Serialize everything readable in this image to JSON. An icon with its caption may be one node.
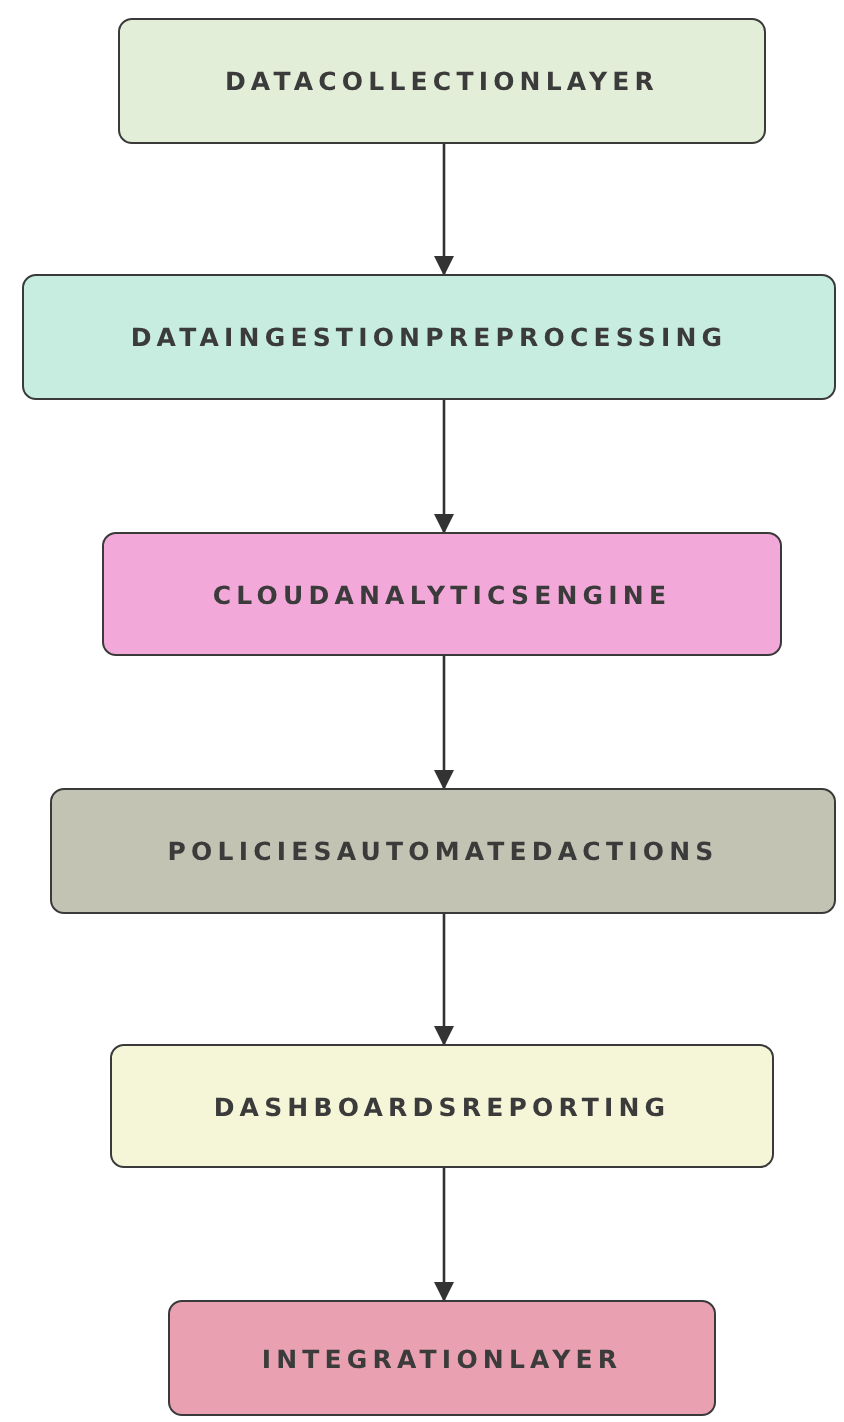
{
  "diagram": {
    "nodes": [
      {
        "text": [
          "DATACOLLECTIONLAYER"
        ]
      },
      {
        "text": [
          "DATAINGESTIONPREPROCESSING"
        ]
      },
      {
        "text": [
          "CLOUDANALYTICSENGINE"
        ]
      },
      {
        "text": [
          "POLICIESAUTOMATEDACTIONS"
        ]
      },
      {
        "text": [
          "DASHBOARDSREPORTING"
        ]
      },
      {
        "text": [
          "INTEGRATIONLAYER"
        ]
      }
    ],
    "edges": [
      {
        "from": 0,
        "to": 1,
        "arrow": "to"
      },
      {
        "from": 1,
        "to": 2,
        "arrow": "to"
      },
      {
        "from": 2,
        "to": 3,
        "arrow": "to"
      },
      {
        "from": 3,
        "to": 4,
        "arrow": "to"
      },
      {
        "from": 4,
        "to": 5,
        "arrow": "to"
      }
    ]
  }
}
